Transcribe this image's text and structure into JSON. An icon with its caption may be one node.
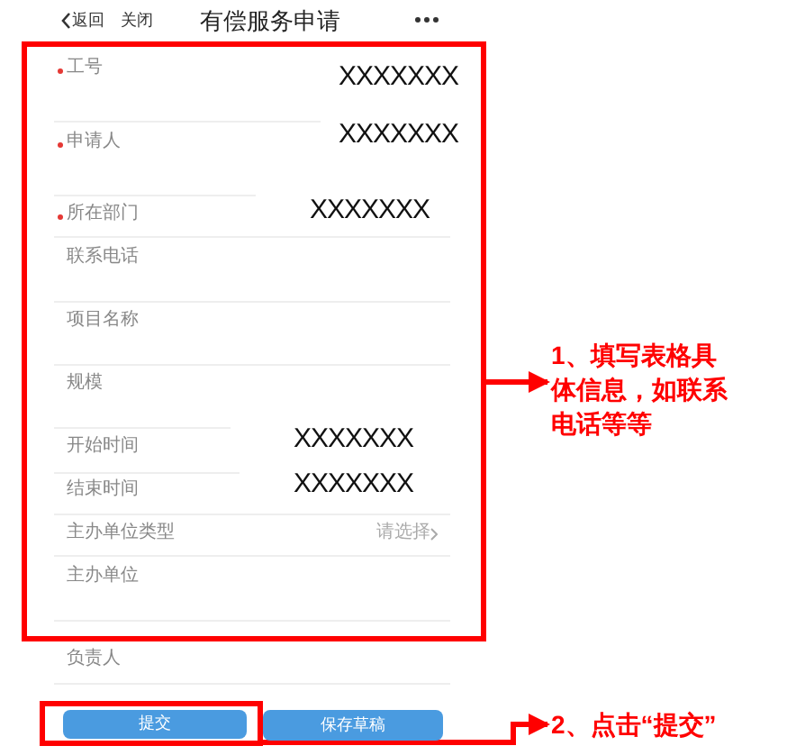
{
  "diagram": {
    "nodes": [
      {
        "text": [],
        "shape": "box"
      },
      {
        "text": [
          "1、填写表格具体信息，如联系电话等等"
        ]
      },
      {
        "text": [],
        "shape": "box"
      },
      {
        "text": [
          "提交"
        ],
        "in": 2
      },
      {
        "text": [
          "2、点击“提交”"
        ]
      },
      {
        "text": [
          "保存草稿"
        ]
      }
    ],
    "edges": [
      {
        "from": 0,
        "to": 1,
        "arrow": "to"
      },
      {
        "from": 2,
        "to": 4,
        "arrow": "to"
      }
    ],
    "labels": [
      "返回",
      "关闭",
      "有偿服务申请",
      "工号",
      "XXXXXXX",
      "申请人",
      "XXXXXXX",
      "所在部门",
      "XXXXXXX",
      "联系电话",
      "项目名称",
      "规模",
      "开始时间",
      "XXXXXXX",
      "结束时间",
      "XXXXXXX",
      "主办单位类型",
      "请选择",
      "主办单位",
      "负责人"
    ]
  }
}
